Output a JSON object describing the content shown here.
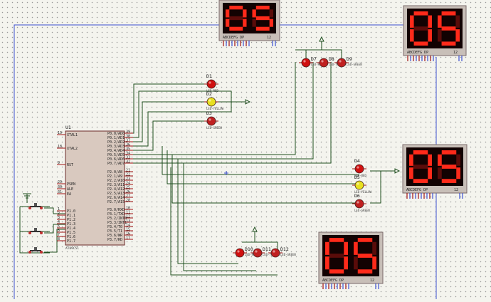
{
  "displays": [
    {
      "id": "d1",
      "digits": [
        "0",
        "5"
      ],
      "label": "ABCDEFG DP",
      "pin_label": "12"
    },
    {
      "id": "d2",
      "digits": [
        "0",
        "5"
      ],
      "label": "ABCDEFG DP",
      "pin_label": "12"
    },
    {
      "id": "d3",
      "digits": [
        "0",
        "5"
      ],
      "label": "ABCDEFG DP",
      "pin_label": "12"
    },
    {
      "id": "d4",
      "digits": [
        "0",
        "5"
      ],
      "label": "ABCDEFG DP",
      "pin_label": "12"
    }
  ],
  "mcu": {
    "ref": "U1",
    "part": "AT89C51",
    "left_pins": [
      {
        "num": "19",
        "name": "XTAL1"
      },
      {
        "num": "18",
        "name": "XTAL2"
      },
      {
        "num": "9",
        "name": "RST"
      },
      {
        "num": "29",
        "name": "PSEN"
      },
      {
        "num": "30",
        "name": "ALE"
      },
      {
        "num": "31",
        "name": "EA"
      },
      {
        "num": "1",
        "name": "P1.0"
      },
      {
        "num": "2",
        "name": "P1.1"
      },
      {
        "num": "3",
        "name": "P1.2"
      },
      {
        "num": "4",
        "name": "P1.3"
      },
      {
        "num": "5",
        "name": "P1.4"
      },
      {
        "num": "6",
        "name": "P1.5"
      },
      {
        "num": "7",
        "name": "P1.6"
      },
      {
        "num": "8",
        "name": "P1.7"
      }
    ],
    "right_pins": [
      {
        "name": "P0.0/AD0",
        "num": "39"
      },
      {
        "name": "P0.1/AD1",
        "num": "38"
      },
      {
        "name": "P0.2/AD2",
        "num": "37"
      },
      {
        "name": "P0.3/AD3",
        "num": "36"
      },
      {
        "name": "P0.4/AD4",
        "num": "35"
      },
      {
        "name": "P0.5/AD5",
        "num": "34"
      },
      {
        "name": "P0.6/AD6",
        "num": "33"
      },
      {
        "name": "P0.7/AD7",
        "num": "32"
      },
      {
        "name": "P2.0/A8",
        "num": "21"
      },
      {
        "name": "P2.1/A9",
        "num": "22"
      },
      {
        "name": "P2.2/A10",
        "num": "23"
      },
      {
        "name": "P2.3/A11",
        "num": "24"
      },
      {
        "name": "P2.4/A12",
        "num": "25"
      },
      {
        "name": "P2.5/A13",
        "num": "26"
      },
      {
        "name": "P2.6/A14",
        "num": "27"
      },
      {
        "name": "P2.7/A15",
        "num": "28"
      },
      {
        "name": "P3.0/RXD",
        "num": "10"
      },
      {
        "name": "P3.1/TXD",
        "num": "11"
      },
      {
        "name": "P3.2/INT0",
        "num": "12"
      },
      {
        "name": "P3.3/INT1",
        "num": "13"
      },
      {
        "name": "P3.4/T0",
        "num": "14"
      },
      {
        "name": "P3.5/T1",
        "num": "15"
      },
      {
        "name": "P3.6/WR",
        "num": "16"
      },
      {
        "name": "P3.7/RD",
        "num": "17"
      }
    ]
  },
  "leds": [
    {
      "id": "D1",
      "color": "#d01010",
      "type": "LED-RED"
    },
    {
      "id": "D2",
      "color": "#e8e020",
      "type": "LED-YELLOW"
    },
    {
      "id": "D3",
      "color": "#c02020",
      "type": "LED-GREEN"
    },
    {
      "id": "D4",
      "color": "#d01010",
      "type": "LED-RED"
    },
    {
      "id": "D5",
      "color": "#e8e020",
      "type": "LED-YELLOW"
    },
    {
      "id": "D6",
      "color": "#c02020",
      "type": "LED-GREEN"
    },
    {
      "id": "D7",
      "color": "#d01010",
      "type": "LED-RED"
    },
    {
      "id": "D8",
      "color": "#c02020",
      "type": "LED-YELLOW"
    },
    {
      "id": "D9",
      "color": "#c02020",
      "type": "LED-GREEN"
    },
    {
      "id": "D10",
      "color": "#d01010",
      "type": "LED-RED"
    },
    {
      "id": "D11",
      "color": "#c02020",
      "type": "LED-YELLOW"
    },
    {
      "id": "D12",
      "color": "#c02020",
      "type": "LED-GREEN"
    }
  ],
  "colors": {
    "segment_on": "#ff2a1a",
    "display_body": "#c8bfb8",
    "wire": "#1f4f1f",
    "bus": "#3b4fd0"
  }
}
